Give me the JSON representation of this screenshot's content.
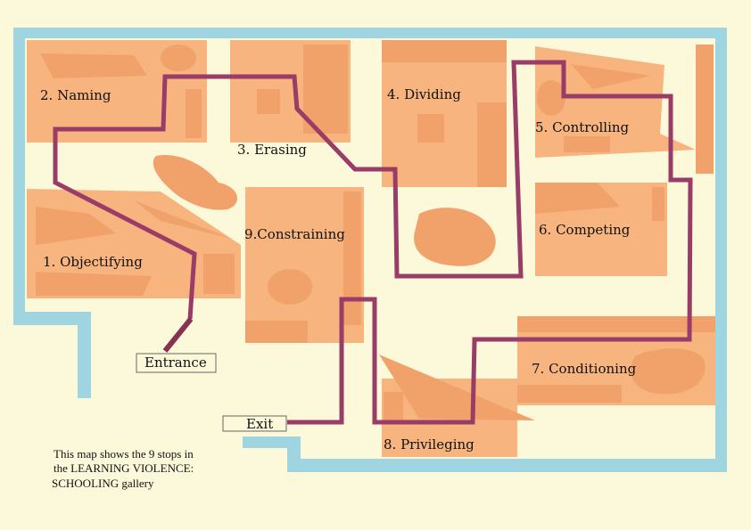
{
  "stops": [
    {
      "label": "1. Objectifying"
    },
    {
      "label": "2. Naming"
    },
    {
      "label": "3. Erasing"
    },
    {
      "label": "4. Dividing"
    },
    {
      "label": "5. Controlling"
    },
    {
      "label": "6. Competing"
    },
    {
      "label": "7. Conditioning"
    },
    {
      "label": "8. Privileging"
    },
    {
      "label": "9.Constraining"
    }
  ],
  "entrance_label": "Entrance",
  "exit_label": "Exit",
  "caption": [
    "This map shows the 9 stops in",
    "the LEARNING VIOLENCE:",
    "SCHOOLING gallery"
  ],
  "colors": {
    "background": "#fcf8da",
    "wall": "#9fd5e0",
    "room": "#f7b47e",
    "room_dark": "#f0a26a",
    "route": "#9a3c68"
  }
}
